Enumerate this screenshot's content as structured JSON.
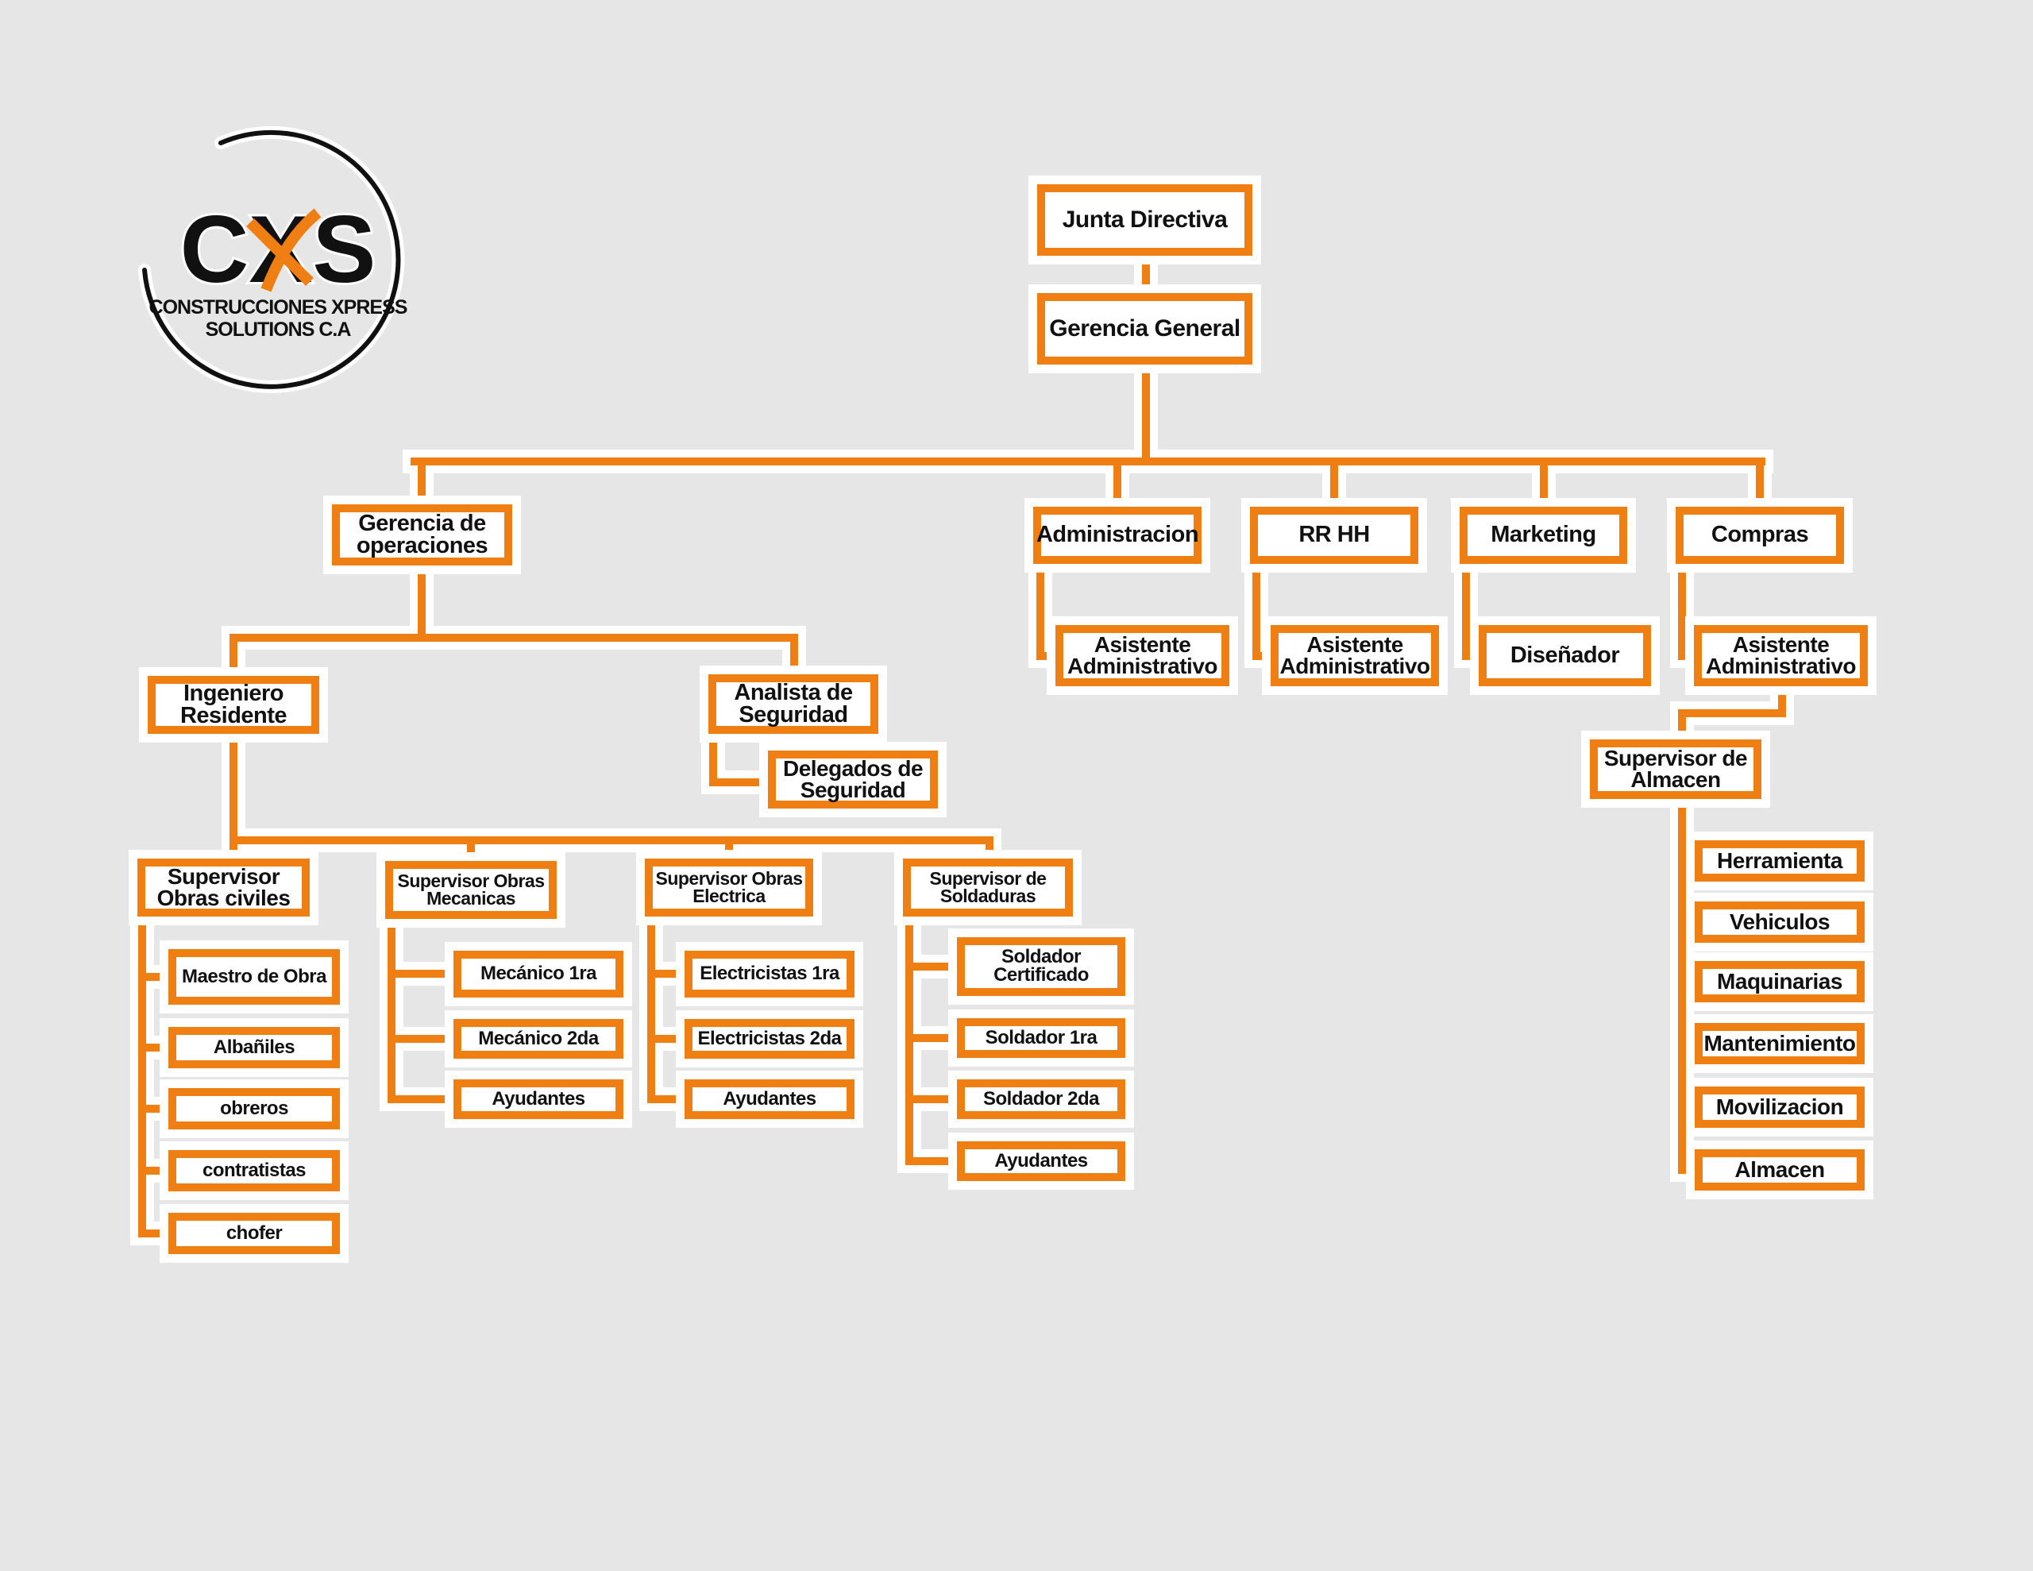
{
  "logo": {
    "monogram": "CXS",
    "line1": "CONSTRUCCIONES XPRESS",
    "line2": "SOLUTIONS C.A"
  },
  "colors": {
    "accent": "#f07f13",
    "background": "#e6e6e6"
  },
  "org": {
    "junta_directiva": "Junta Directiva",
    "gerencia_general": "Gerencia General",
    "gerencia_operaciones": "Gerencia de\noperaciones",
    "administracion": "Administracion",
    "rrhh": "RR HH",
    "marketing": "Marketing",
    "compras": "Compras",
    "asistente_admin": "Asistente\nAdministrativo",
    "asistente_rrhh": "Asistente\nAdministrativo",
    "disenador": "Diseñador",
    "asistente_compras": "Asistente\nAdministrativo",
    "supervisor_almacen": "Supervisor de\nAlmacen",
    "herramienta": "Herramienta",
    "vehiculos": "Vehiculos",
    "maquinarias": "Maquinarias",
    "mantenimiento": "Mantenimiento",
    "movilizacion": "Movilizacion",
    "almacen": "Almacen",
    "ingeniero_residente": "Ingeniero\nResidente",
    "analista_seguridad": "Analista de\nSeguridad",
    "delegados_seguridad": "Delegados de\nSeguridad",
    "sup_obras_civiles": "Supervisor\nObras civiles",
    "sup_obras_mecanicas": "Supervisor Obras\nMecanicas",
    "sup_obras_electrica": "Supervisor Obras\nElectrica",
    "sup_soldaduras": "Supervisor de\nSoldaduras",
    "maestro_obra": "Maestro de Obra",
    "albaniles": "Albañiles",
    "obreros": "obreros",
    "contratistas": "contratistas",
    "chofer": "chofer",
    "mecanico_1ra": "Mecánico 1ra",
    "mecanico_2da": "Mecánico 2da",
    "mec_ayudantes": "Ayudantes",
    "electricistas_1ra": "Electricistas 1ra",
    "electricistas_2da": "Electricistas 2da",
    "elec_ayudantes": "Ayudantes",
    "soldador_certificado": "Soldador\nCertificado",
    "soldador_1ra": "Soldador 1ra",
    "soldador_2da": "Soldador 2da",
    "sold_ayudantes": "Ayudantes"
  }
}
